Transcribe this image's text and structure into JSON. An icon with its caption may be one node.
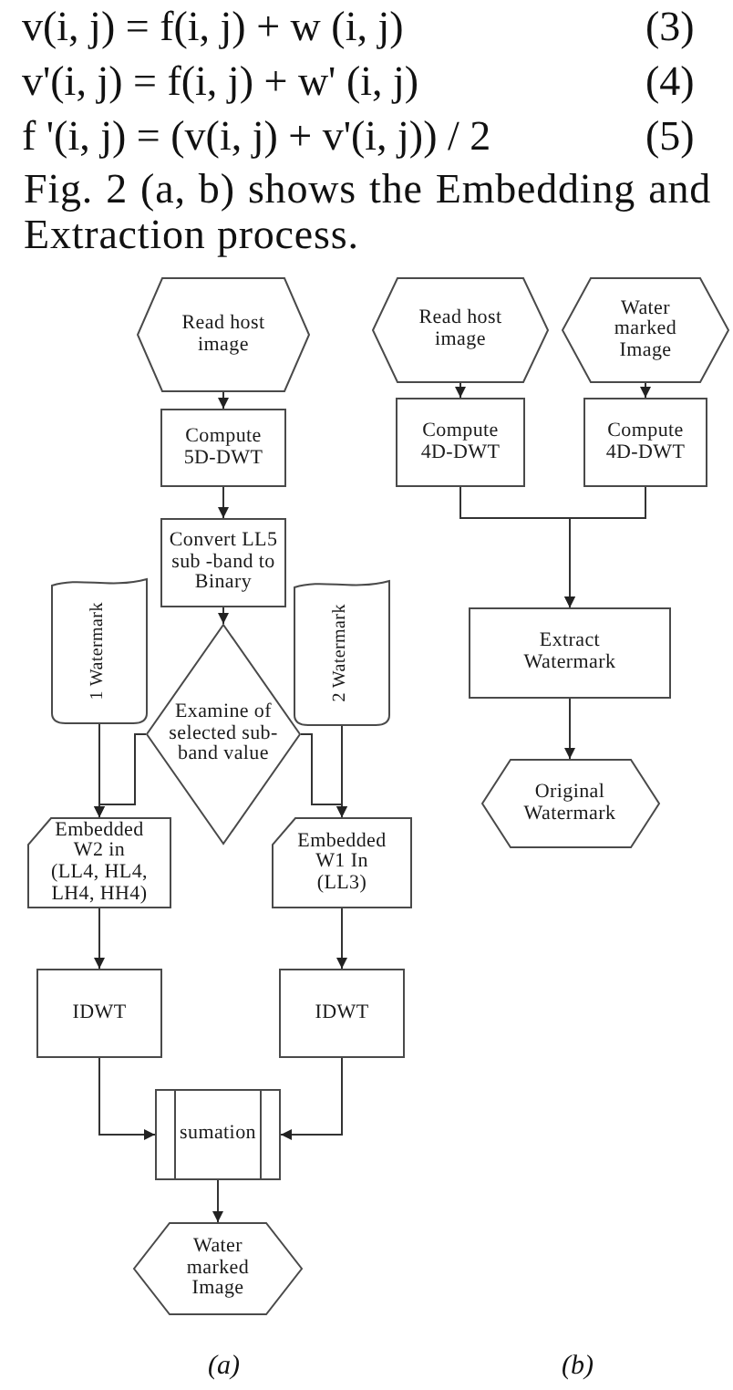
{
  "diagram": {
    "nodes": [
      {
        "text": [
          "Read host image"
        ]
      },
      {
        "text": [
          "Compute 5D-DWT"
        ]
      },
      {
        "text": [
          "Convert LL5 sub -band to Binary"
        ]
      },
      {
        "text": [
          "1 Watermark"
        ]
      },
      {
        "text": [
          "Examine of selected sub-band value"
        ]
      },
      {
        "text": [
          "2 Watermark"
        ]
      },
      {
        "text": [
          "Embedded W2 in (LL4, HL4, LH4, HH4)"
        ]
      },
      {
        "text": [
          "Embedded W1 In (LL3)"
        ]
      },
      {
        "text": [
          "IDWT"
        ]
      },
      {
        "text": [
          "IDWT"
        ]
      },
      {
        "text": [
          "sumation"
        ]
      },
      {
        "text": [
          "Water marked Image"
        ]
      },
      {
        "text": [
          "Read host image"
        ]
      },
      {
        "text": [
          "Water marked Image"
        ]
      },
      {
        "text": [
          "Compute 4D-DWT"
        ]
      },
      {
        "text": [
          "Compute 4D-DWT"
        ]
      },
      {
        "text": [
          "Extract Watermark"
        ]
      },
      {
        "text": [
          "Original Watermark"
        ]
      }
    ],
    "edges": [
      {
        "from": 0,
        "to": 1,
        "arrow": "to"
      },
      {
        "from": 1,
        "to": 2,
        "arrow": "to"
      },
      {
        "from": 2,
        "to": 4,
        "arrow": "to"
      },
      {
        "from": 4,
        "to": 6,
        "arrow": "to"
      },
      {
        "from": 3,
        "to": 6,
        "arrow": "to"
      },
      {
        "from": 4,
        "to": 7,
        "arrow": "to"
      },
      {
        "from": 5,
        "to": 7,
        "arrow": "to"
      },
      {
        "from": 6,
        "to": 8,
        "arrow": "to"
      },
      {
        "from": 7,
        "to": 9,
        "arrow": "to"
      },
      {
        "from": 8,
        "to": 10,
        "arrow": "to"
      },
      {
        "from": 9,
        "to": 10,
        "arrow": "to"
      },
      {
        "from": 10,
        "to": 11,
        "arrow": "to"
      },
      {
        "from": 12,
        "to": 14,
        "arrow": "to"
      },
      {
        "from": 13,
        "to": 15,
        "arrow": "to"
      },
      {
        "from": 14,
        "to": 16,
        "arrow": "to"
      },
      {
        "from": 15,
        "to": 16,
        "arrow": "to"
      },
      {
        "from": 16,
        "to": 17,
        "arrow": "to"
      }
    ],
    "labels": [
      "v(i, j) = f(i, j) + w (i, j)",
      "(3)",
      "v'(i, j) = f(i, j) + w' (i, j)",
      "(4)",
      "f '(i, j) = (v(i, j) + v'(i, j)) / 2",
      "(5)",
      "Fig. 2 (a, b) shows the Embedding and Extraction process.",
      "(a)",
      "(b)"
    ]
  }
}
